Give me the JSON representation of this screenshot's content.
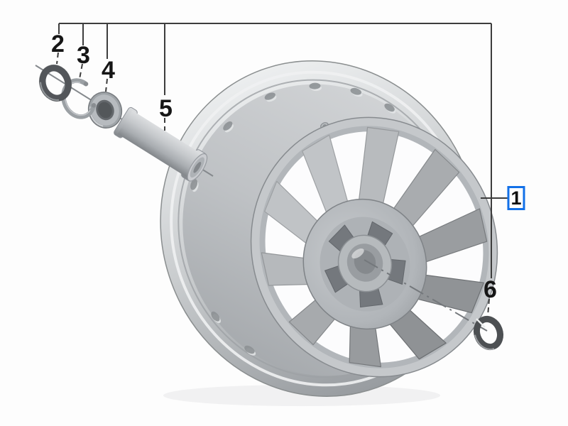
{
  "figure": {
    "background_color": "#fdfdfd",
    "line_color": "#3d3d3d",
    "highlight_color": "#1270e8",
    "callouts": [
      {
        "label": "1",
        "highlighted": true
      },
      {
        "label": "2",
        "highlighted": false
      },
      {
        "label": "3",
        "highlighted": false
      },
      {
        "label": "4",
        "highlighted": false
      },
      {
        "label": "5",
        "highlighted": false
      },
      {
        "label": "6",
        "highlighted": false
      }
    ]
  }
}
